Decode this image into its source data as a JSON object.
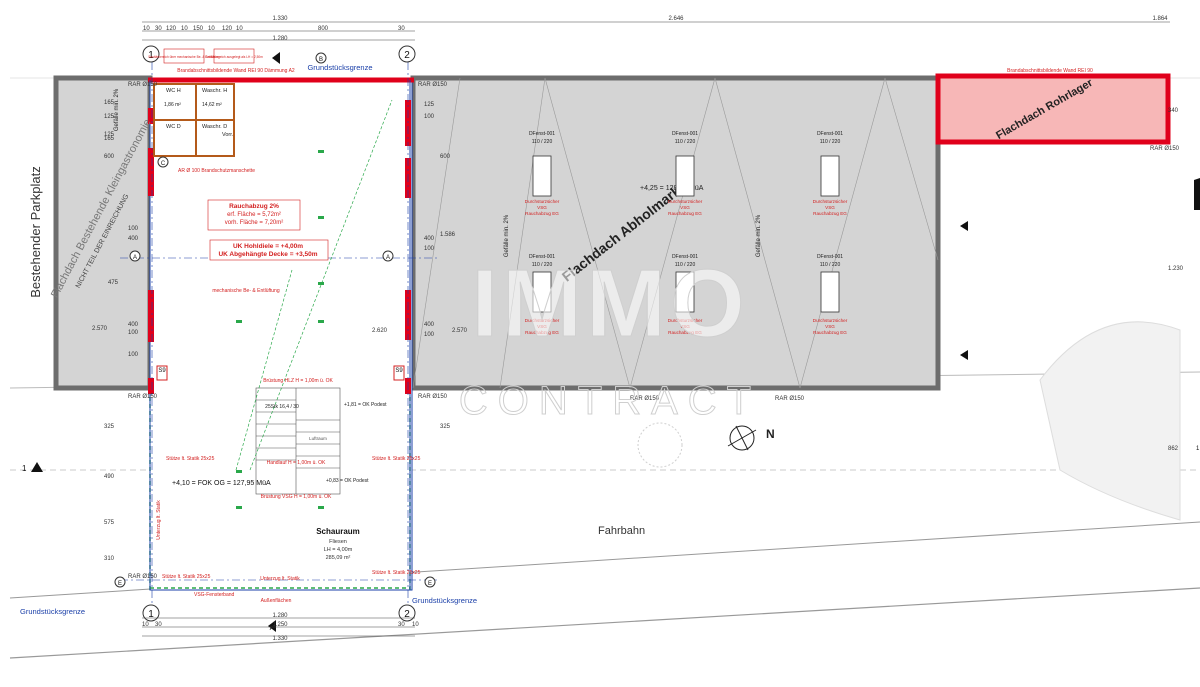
{
  "grid_labels": {
    "axis_1_top": "1",
    "axis_2_top": "2",
    "axis_B": "B",
    "axis_1_bottom": "1",
    "axis_2_bottom": "2",
    "axis_A_upper": "A",
    "axis_A_lower": "A",
    "axis_A_right": "A",
    "axis_C": "C",
    "axis_E_left": "E",
    "axis_E_right": "E",
    "section_1": "1",
    "section_1_right": "1"
  },
  "top_dims": {
    "total_1330": "1.330",
    "total_2646": "2.646",
    "total_1864": "1.864",
    "row_30": "30",
    "row_120a": "120",
    "row_10": "10",
    "row_150": "150",
    "row_10b": "10",
    "row_120b": "120",
    "row_10c": "10",
    "row_800": "800",
    "row_30b": "30",
    "row_10d": "10",
    "row_1280": "1.280"
  },
  "bottom_dims": {
    "row_1280": "1.280",
    "row_1250": "1.250",
    "row_1330": "1.330",
    "l_10": "10",
    "l_30": "30",
    "r_30": "30",
    "r_10": "10"
  },
  "labels": {
    "grundstuecksgrenze_top": "Grundstücksgrenze",
    "grundstuecksgrenze_bottom_left": "Grundstücksgrenze",
    "grundstuecksgrenze_bottom_right": "Grundstücksgrenze",
    "brandwand_top": "Brandabschnittsbildende Wand REI 90 Dämmung A2",
    "brandwand_right": "Brandabschnittsbildende Wand REI 90",
    "top_box_1": "Sanitärbereich über mechanische Be- & Entlüftung",
    "top_box_2": "Sanitärbereich ausgelegt als LH = 2,50m",
    "bestehender_parkplatz": "Bestehender Parkplatz",
    "flachdach_gastro": "Flachdach Bestehende Kleingastronomie",
    "nicht_teil": "NICHT TEIL DER EINREICHUNG",
    "flachdach_abholmarkt": "Flachdach Abholmarkt",
    "flachdach_rohrlager": "Flachdach Rohrlager",
    "oka_level": "+4,25 = 128,10 MüA",
    "fahrbahn": "Fahrbahn",
    "north": "N",
    "rauchabzug_1": "Rauchabzug 2%",
    "rauchabzug_2": "erf. Fläche = 5,72m²",
    "rauchabzug_3": "vorh. Fläche = 7,20m²",
    "uk_hohldiele": "UK Hohldiele = +4,00m",
    "uk_decke": "UK Abgehängte Decke = +3,50m",
    "mech_be": "mechanische Be- & Entlüftung",
    "gefaelle_1": "Gefälle min. 2%",
    "gefaelle_2": "Gefälle min. 2%",
    "gefaelle_3": "Gefälle min. 2%",
    "brandschutz": "AR Ø 100 Brandschutzmanschette",
    "fok_og": "+4,10 = FOK OG = 127,95 MüA",
    "schauraum": "Schauraum",
    "schauraum_floor": "Fliesen",
    "schauraum_lh": "LH = 4,00m",
    "schauraum_area": "285,09 m²",
    "bruestung_top": "Brüstung HLZ H = 1,00m ü. OK",
    "bruestung_mid": "Handlauf H = 1,00m ü. OK",
    "bruestung_bot": "Brüstung VSG H = 1,00m ü. OK",
    "stairs": "25Stk 16,4 / 30",
    "podest_top": "+1,81 = OK Podest",
    "podest_bot": "+0,83 = OK Podest",
    "luftraum": "Luftraum",
    "unterzug_1": "Unterzug lt. Statik",
    "unterzug_2": "Unterzug lt. Statik",
    "stuetze_1": "Stütze lt. Statik 25x25",
    "stuetze_2": "Stütze lt. Statik 25x25",
    "stuetze_3": "Stütze lt. Statik 25x25",
    "stuetze_4": "Stütze lt. Statik 25x25",
    "vsg_fenster_bottom": "VSG-Fensterband",
    "aussenflaeche": "Außenflächen",
    "s9_upper": "S9",
    "s9_lower": "S9",
    "wc_1": "WC H",
    "wc_2": "WC D",
    "wasch_h": "Waschr. H",
    "wasch_d": "Waschr. D",
    "vorr": "Vorr.",
    "room_area_1": "14,62 m²",
    "room_area_2": "1,86 m²",
    "rar_150_a": "RAR Ø150",
    "rar_150_b": "RAR Ø150",
    "rar_150_c": "RAR Ø150",
    "rar_150_d": "RAR Ø150",
    "rar_150_e": "RAR Ø150",
    "rar_150_f": "RAR Ø150",
    "rar_150_g": "RAR Ø150",
    "rar_150_h": "RAR Ø150"
  },
  "skylights": [
    {
      "type": "DFenst-001",
      "size": "110 / 220",
      "l1": "Durchsturzsicher",
      "l2": "VSG",
      "l3": "Rauchabzug EG"
    },
    {
      "type": "DFenst-001",
      "size": "110 / 220",
      "l1": "Durchsturzsicher",
      "l2": "VSG",
      "l3": "Rauchabzug EG"
    },
    {
      "type": "DFenst-001",
      "size": "110 / 220",
      "l1": "Durchsturzsicher",
      "l2": "VSG",
      "l3": "Rauchabzug EG"
    },
    {
      "type": "DFenst-001",
      "size": "110 / 220",
      "l1": "Durchsturzsicher",
      "l2": "VSG",
      "l3": "Rauchabzug EG"
    },
    {
      "type": "DFenst-001",
      "size": "110 / 220",
      "l1": "Durchsturzsicher",
      "l2": "VSG",
      "l3": "Rauchabzug EG"
    },
    {
      "type": "DFenst-001",
      "size": "110 / 220",
      "l1": "Durchsturzsicher",
      "l2": "VSG",
      "l3": "Rauchabzug EG"
    }
  ],
  "side_dims": {
    "l_165": "165",
    "l_125": "125",
    "l_165b": "165",
    "l_125b": "125",
    "l_100": "100",
    "l_400": "400",
    "l_100b": "100",
    "l_475": "475",
    "l_400b": "400",
    "l_100c": "100",
    "l_325": "325",
    "l_490": "490",
    "l_575": "575",
    "l_310": "310",
    "r_125": "125",
    "r_100": "100",
    "r_400": "400",
    "r_100b": "100",
    "r_400b": "400",
    "r_100c": "100",
    "r_325": "325",
    "v_2570": "2.570",
    "v_2620": "2.620",
    "v_2570b": "2.570",
    "v_1586": "1.586",
    "v_1230": "1.230",
    "v_862": "862",
    "v_600": "600",
    "v_340": "340",
    "v_600b": "600"
  },
  "colors": {
    "wall_grey": "#6d6d6d",
    "roof_grey": "#d4d4d4",
    "fire_wall_red": "#e0001b",
    "rohrlager_fill": "#f7b7b7",
    "grid_blue": "#1a3fa8",
    "window_green": "#2aa84a",
    "toilet_brown": "#b45a1a"
  },
  "watermark": {
    "big": "IMMO",
    "sub": "CONTRACT"
  }
}
